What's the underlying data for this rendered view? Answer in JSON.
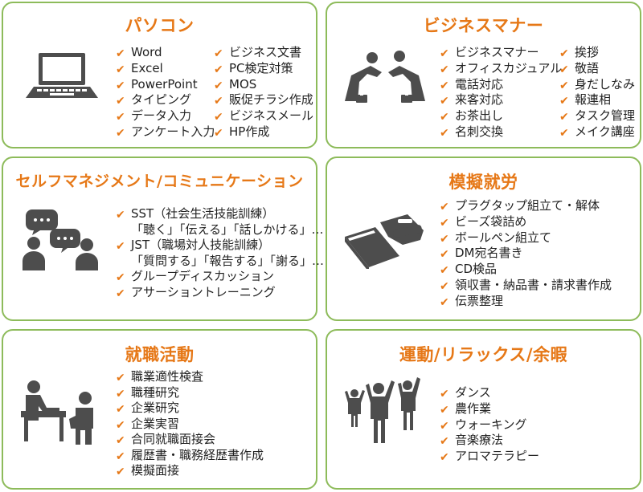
{
  "colors": {
    "border": "#8dbb5a",
    "accent": "#e67817",
    "icon": "#4d4d4d"
  },
  "check_icon": "✔",
  "sections": [
    {
      "title": "パソコン",
      "icon": "laptop-icon",
      "col1": [
        "Word",
        "Excel",
        "PowerPoint",
        "タイピング",
        "データ入力",
        "アンケート入力"
      ],
      "col2": [
        "ビジネス文書",
        "PC検定対策",
        "MOS",
        "販促チラシ作成",
        "ビジネスメール",
        "HP作成"
      ]
    },
    {
      "title": "ビジネスマナー",
      "icon": "bowing-people-icon",
      "col1": [
        "ビジネスマナー",
        "オフィスカジュアル",
        "電話対応",
        "来客対応",
        "お茶出し",
        "名刺交換"
      ],
      "col2": [
        "挨拶",
        "敬語",
        "身だしなみ",
        "報連相",
        "タスク管理",
        "メイク講座"
      ]
    },
    {
      "title": "セルフマネジメント/コミュニケーション",
      "icon": "conversation-icon",
      "items": [
        {
          "text": "SST（社会生活技能訓練）",
          "check": true
        },
        {
          "text": "「聴く」「伝える」「話しかける」…",
          "check": false
        },
        {
          "text": "JST（職場対人技能訓練）",
          "check": true
        },
        {
          "text": "「質問する」「報告する」「謝る」…",
          "check": false
        },
        {
          "text": "グループディスカッション",
          "check": true
        },
        {
          "text": "アサーショントレーニング",
          "check": true
        }
      ]
    },
    {
      "title": "模擬就労",
      "icon": "stapler-book-icon",
      "items": [
        "プラグタップ組立て・解体",
        "ビーズ袋詰め",
        "ボールペン組立て",
        "DM宛名書き",
        "CD検品",
        "領収書・納品書・請求書作成",
        "伝票整理"
      ]
    },
    {
      "title": "就職活動",
      "icon": "interview-icon",
      "items": [
        "職業適性検査",
        "職種研究",
        "企業研究",
        "企業実習",
        "合同就職面接会",
        "履歴書・職務経歴書作成",
        "模擬面接"
      ]
    },
    {
      "title": "運動/リラックス/余暇",
      "icon": "cheering-people-icon",
      "items": [
        "ダンス",
        "農作業",
        "ウォーキング",
        "音楽療法",
        "アロマテラピー"
      ]
    }
  ]
}
